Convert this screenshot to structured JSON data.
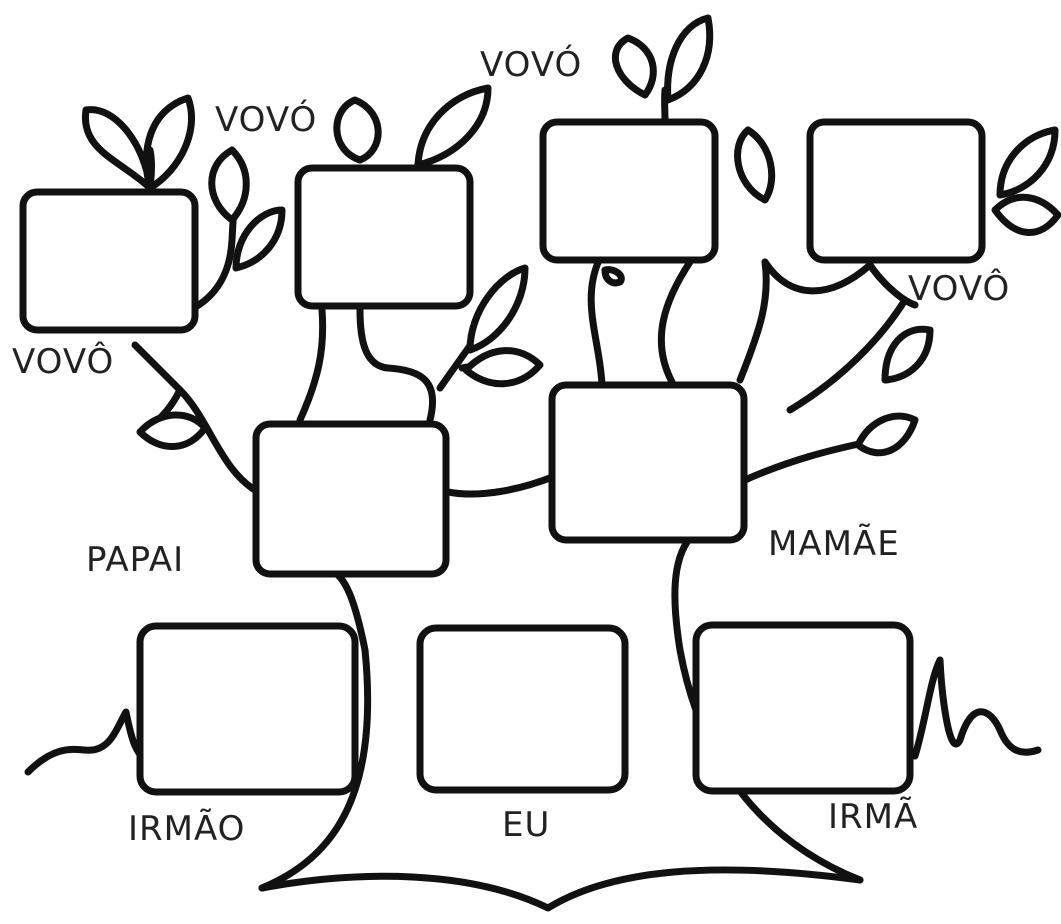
{
  "labels": {
    "grandpa_paternal": "VOVÔ",
    "grandma_paternal": "VOVÓ",
    "grandma_maternal": "VOVÓ",
    "grandpa_maternal": "VOVÔ",
    "father": "PAPAI",
    "mother": "MAMÃE",
    "brother": "IRMÃO",
    "me": "EU",
    "sister": "IRMÃ"
  },
  "colors": {
    "ink": "#111111",
    "paper": "#ffffff",
    "text": "#222222"
  }
}
